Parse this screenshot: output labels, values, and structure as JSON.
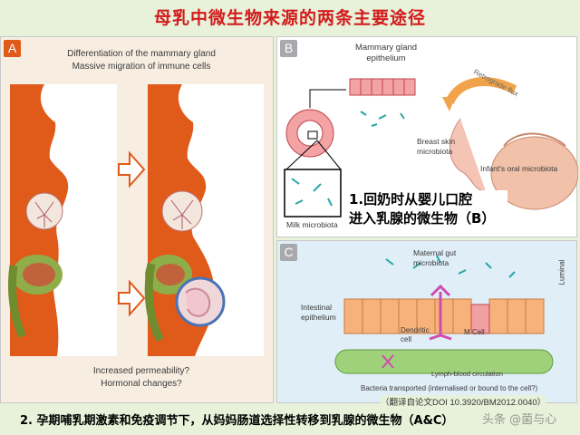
{
  "title": "母乳中微生物来源的两条主要途径",
  "panelA": {
    "letter": "A",
    "top_line1": "Differentiation of the mammary gland",
    "top_line2": "Massive migration of immune cells",
    "bottom_line1": "Increased permeability?",
    "bottom_line2": "Hormonal changes?"
  },
  "panelB": {
    "letter": "B",
    "epithelium_line1": "Mammary gland",
    "epithelium_line2": "epithelium",
    "retrograde": "Retrograde flux",
    "skin_line1": "Breast skin",
    "skin_line2": "microbiota",
    "oral": "Infant's oral microbiota",
    "milk": "Milk microbiota",
    "note_line1": "1.回奶时从婴儿口腔",
    "note_line2": "进入乳腺的微生物（B）"
  },
  "panelC": {
    "letter": "C",
    "maternal_line1": "Maternal gut",
    "maternal_line2": "microbiota",
    "luminal": "Luminal",
    "intestinal_line1": "Intestinal",
    "intestinal_line2": "epithelium",
    "dendritic_line1": "Dendritic",
    "dendritic_line2": "cell",
    "mcell": "M Cell",
    "lymph": "Lymph-blood circulation",
    "bacteria": "Bacteria transported (internalised or bound to the cell?)"
  },
  "doi": "（翻译自论文DOI 10.3920/BM2012.0040）",
  "footer": "2. 孕期哺乳期激素和免疫调节下，从妈妈肠道选择性转移到乳腺的微生物（A&C）",
  "watermark": "头条 @菌与心",
  "colors": {
    "title": "#d21c1c",
    "orange": "#e05a1a",
    "footer_bg": "#e8f1d9"
  }
}
